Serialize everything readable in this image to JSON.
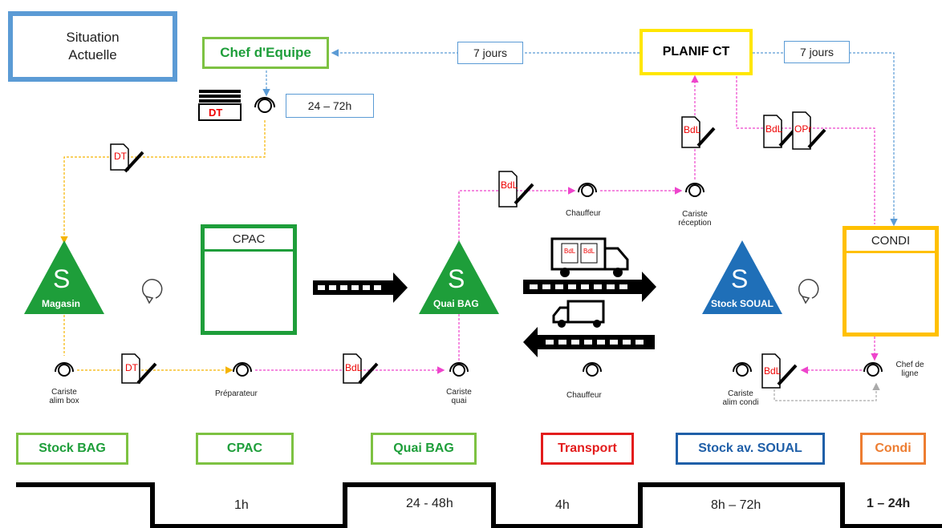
{
  "title_box": {
    "line1": "Situation",
    "line2": "Actuelle"
  },
  "top": {
    "chef": "Chef d'Equipe",
    "planif": "PLANIF CT",
    "jours_left": "7 jours",
    "jours_right": "7 jours",
    "delay": "24 – 72h"
  },
  "docs": {
    "dt": "DT",
    "bdl": "BdL",
    "opr": "OPr"
  },
  "processes": {
    "cpac": "CPAC",
    "condi": "CONDI"
  },
  "stocks": {
    "magasin": {
      "letter": "S",
      "label": "Magasin"
    },
    "quai": {
      "letter": "S",
      "label": "Quai BAG"
    },
    "soual": {
      "letter": "S",
      "label": "Stock SOUAL"
    }
  },
  "operators": {
    "cariste_alim_box": "Cariste\nalim box",
    "preparateur": "Préparateur",
    "cariste_quai": "Cariste\nquai",
    "chauffeur_top": "Chauffeur",
    "cariste_reception": "Cariste\nréception",
    "chauffeur_bottom": "Chauffeur",
    "cariste_alim_condi": "Cariste\nalim condi",
    "chef_de_ligne": "Chef de\nligne"
  },
  "zones": [
    {
      "label": "Stock BAG",
      "color": "#1e9e3a",
      "border": "#7dc242"
    },
    {
      "label": "CPAC",
      "color": "#1e9e3a",
      "border": "#7dc242"
    },
    {
      "label": "Quai BAG",
      "color": "#1e9e3a",
      "border": "#7dc242"
    },
    {
      "label": "Transport",
      "color": "#e31c1c",
      "border": "#e31c1c"
    },
    {
      "label": "Stock av. SOUAL",
      "color": "#1f5fa8",
      "border": "#1f5fa8"
    },
    {
      "label": "Condi",
      "color": "#ed7d31",
      "border": "#ed7d31"
    }
  ],
  "timeline": {
    "t1": "1h",
    "t2": "24 - 48h",
    "t3": "4h",
    "t4": "8h – 72h",
    "t5": "1 – 24h"
  },
  "colors": {
    "green": "#1e9e3a",
    "light_green": "#7dc242",
    "blue": "#1f5fa8",
    "yellow": "#ffe600",
    "orange": "#ffc000",
    "magenta": "#ee44cc",
    "info_blue": "#5b9bd5",
    "dt_yellow": "#f5b400"
  }
}
